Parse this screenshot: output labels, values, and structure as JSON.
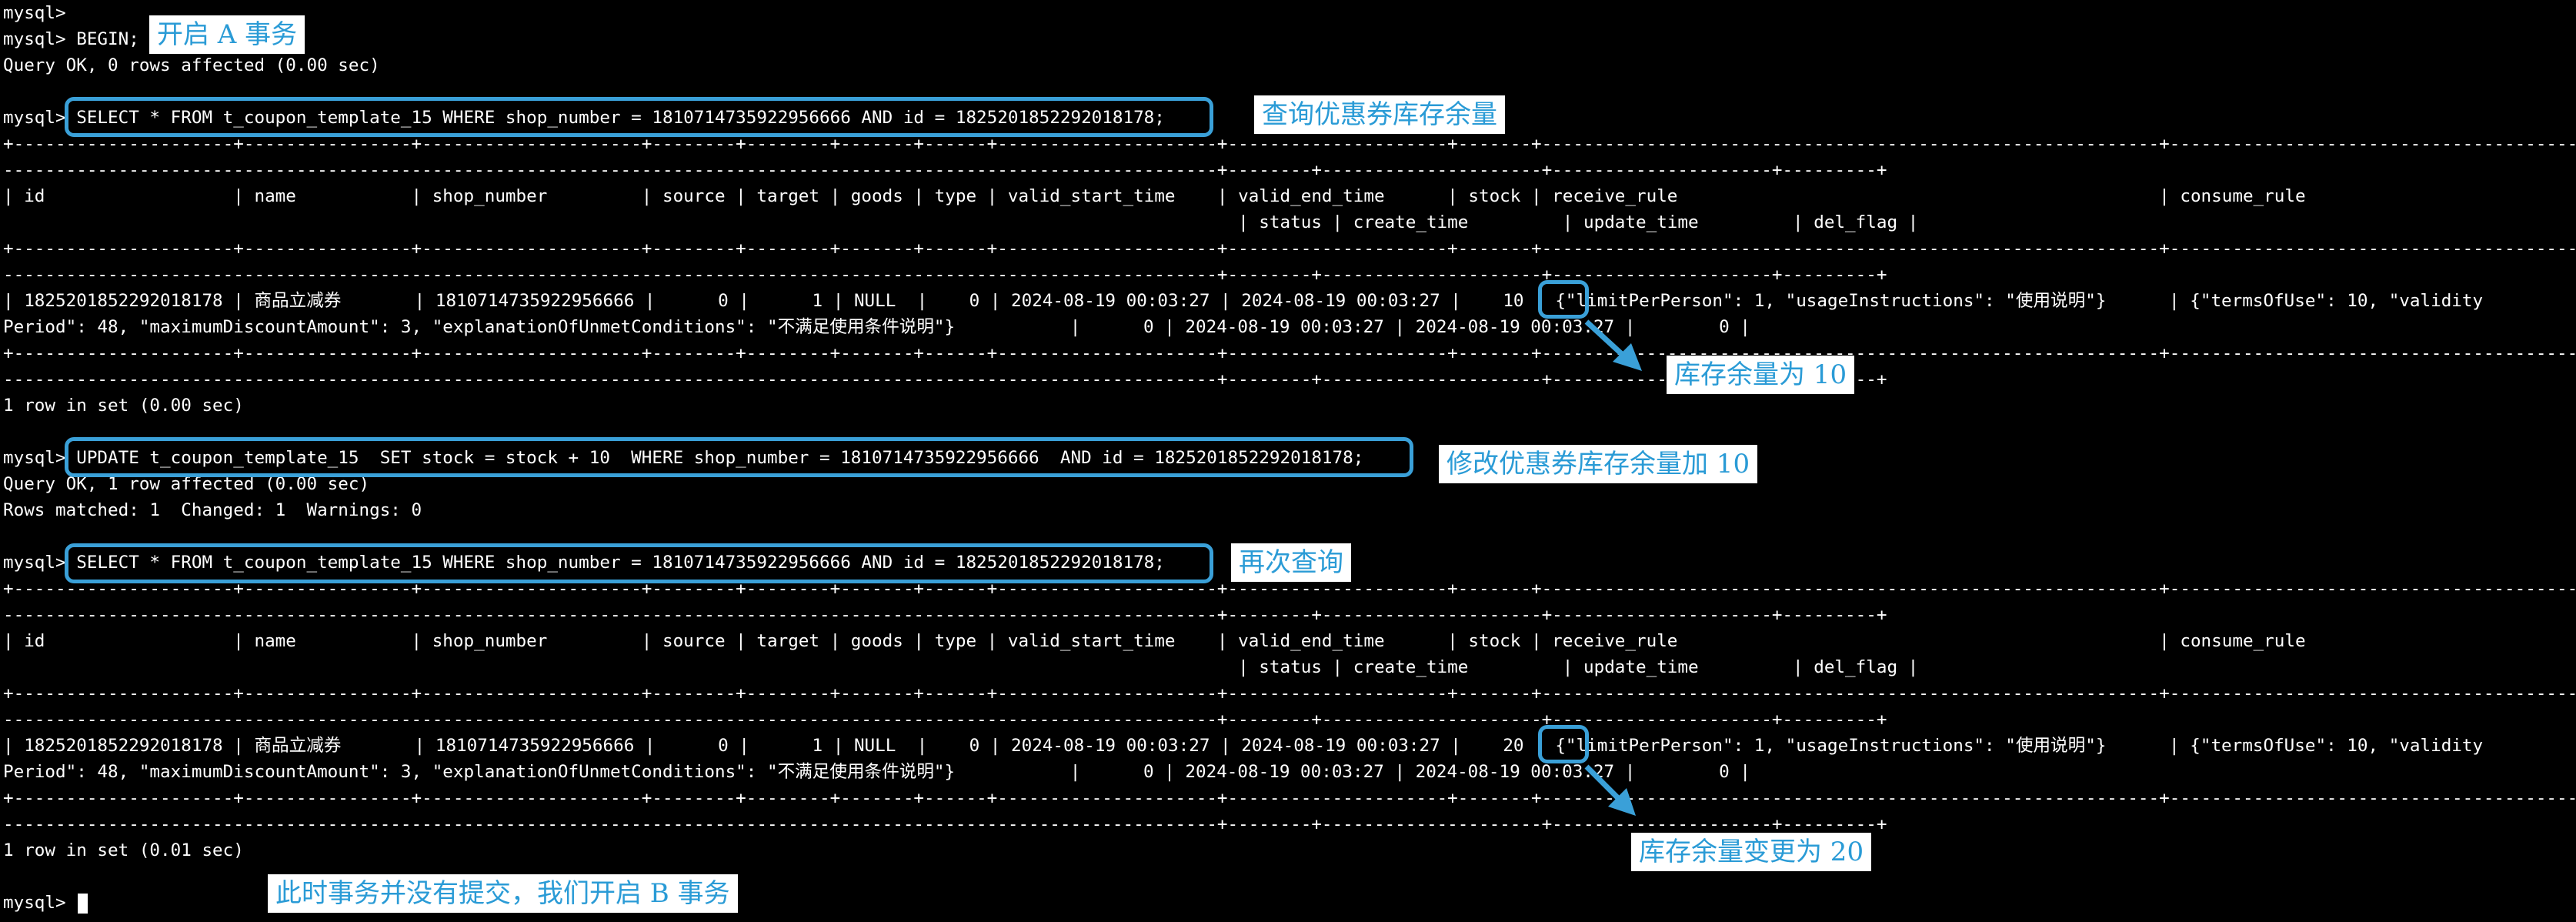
{
  "terminal": {
    "lines": [
      "mysql>",
      "mysql> BEGIN;",
      "Query OK, 0 rows affected (0.00 sec)",
      "",
      "mysql> SELECT * FROM t_coupon_template_15 WHERE shop_number = 1810714735922956666 AND id = 1825201852292018178;",
      "+---------------------+----------------+---------------------+--------+--------+-------+------+---------------------+---------------------+-------+-----------------------------------------------------------+-------------------------------------------------",
      "--------------------------------------------------------------------------------------------------------------------+--------+---------------------+---------------------+---------+",
      "| id                  | name           | shop_number         | source | target | goods | type | valid_start_time    | valid_end_time      | stock | receive_rule                                              | consume_rule",
      "                                                                                                                      | status | create_time         | update_time         | del_flag |",
      "+---------------------+----------------+---------------------+--------+--------+-------+------+---------------------+---------------------+-------+-----------------------------------------------------------+-------------------------------------------------",
      "--------------------------------------------------------------------------------------------------------------------+--------+---------------------+---------------------+---------+",
      "| 1825201852292018178 | 商品立减券       | 1810714735922956666 |      0 |      1 | NULL  |    0 | 2024-08-19 00:03:27 | 2024-08-19 00:03:27 |    10 | {\"limitPerPerson\": 1, \"usageInstructions\": \"使用说明\"}      | {\"termsOfUse\": 10, \"validity",
      "Period\": 48, \"maximumDiscountAmount\": 3, \"explanationOfUnmetConditions\": \"不满足使用条件说明\"}           |      0 | 2024-08-19 00:03:27 | 2024-08-19 00:03:27 |        0 |",
      "+---------------------+----------------+---------------------+--------+--------+-------+------+---------------------+---------------------+-------+-----------------------------------------------------------+-------------------------------------------------",
      "--------------------------------------------------------------------------------------------------------------------+--------+---------------------+---------------------+---------+",
      "1 row in set (0.00 sec)",
      "",
      "mysql> UPDATE t_coupon_template_15  SET stock = stock + 10  WHERE shop_number = 1810714735922956666  AND id = 1825201852292018178;",
      "Query OK, 1 row affected (0.00 sec)",
      "Rows matched: 1  Changed: 1  Warnings: 0",
      "",
      "mysql> SELECT * FROM t_coupon_template_15 WHERE shop_number = 1810714735922956666 AND id = 1825201852292018178;",
      "+---------------------+----------------+---------------------+--------+--------+-------+------+---------------------+---------------------+-------+-----------------------------------------------------------+-------------------------------------------------",
      "--------------------------------------------------------------------------------------------------------------------+--------+---------------------+---------------------+---------+",
      "| id                  | name           | shop_number         | source | target | goods | type | valid_start_time    | valid_end_time      | stock | receive_rule                                              | consume_rule",
      "                                                                                                                      | status | create_time         | update_time         | del_flag |",
      "+---------------------+----------------+---------------------+--------+--------+-------+------+---------------------+---------------------+-------+-----------------------------------------------------------+-------------------------------------------------",
      "--------------------------------------------------------------------------------------------------------------------+--------+---------------------+---------------------+---------+",
      "| 1825201852292018178 | 商品立减券       | 1810714735922956666 |      0 |      1 | NULL  |    0 | 2024-08-19 00:03:27 | 2024-08-19 00:03:27 |    20 | {\"limitPerPerson\": 1, \"usageInstructions\": \"使用说明\"}      | {\"termsOfUse\": 10, \"validity",
      "Period\": 48, \"maximumDiscountAmount\": 3, \"explanationOfUnmetConditions\": \"不满足使用条件说明\"}           |      0 | 2024-08-19 00:03:27 | 2024-08-19 00:03:27 |        0 |",
      "+---------------------+----------------+---------------------+--------+--------+-------+------+---------------------+---------------------+-------+-----------------------------------------------------------+-------------------------------------------------",
      "--------------------------------------------------------------------------------------------------------------------+--------+---------------------+---------------------+---------+",
      "1 row in set (0.01 sec)",
      "",
      "mysql> "
    ]
  },
  "annotations": {
    "begin_a": "开启 A 事务",
    "query_stock": "查询优惠券库存余量",
    "stock_is_10": "库存余量为 10",
    "update_stock": "修改优惠券库存余量加 10",
    "query_again": "再次查询",
    "stock_now_20": "库存余量变更为 20",
    "open_b": "此时事务并没有提交，我们开启 B 事务"
  },
  "colors": {
    "background": "#000000",
    "text": "#ffffff",
    "accent": "#3aa0d8"
  }
}
